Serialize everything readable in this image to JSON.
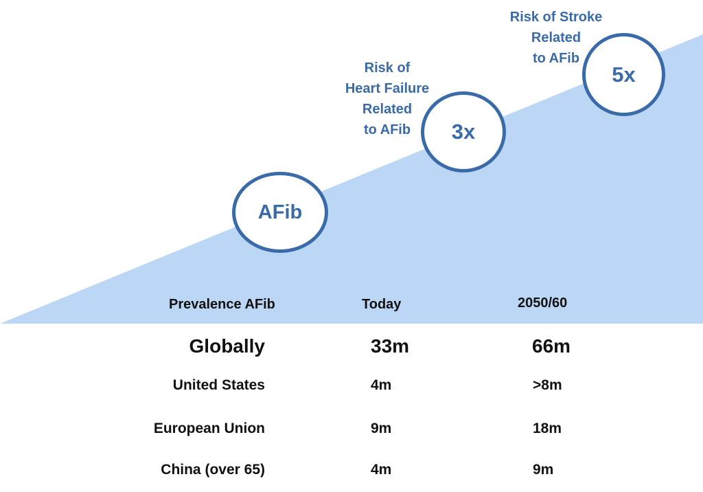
{
  "diagram": {
    "colors": {
      "wedge": "#bcd7f5",
      "circle_border": "#3a6ba8",
      "accent_text": "#3a6ba8",
      "body_text": "#111111"
    },
    "circles": [
      {
        "id": "afib",
        "label": "AFib"
      },
      {
        "id": "heart",
        "label": "3x"
      },
      {
        "id": "stroke",
        "label": "5x"
      }
    ],
    "risk_labels": {
      "heart_failure": [
        "Risk of",
        "Heart Failure",
        "Related",
        "to AFib"
      ],
      "stroke": [
        "Risk of Stroke",
        "Related",
        "to AFib"
      ]
    }
  },
  "table": {
    "headers": {
      "name": "Prevalence AFib",
      "today": "Today",
      "future": "2050/60"
    },
    "rows": [
      {
        "name": "Globally",
        "today": "33m",
        "future": "66m"
      },
      {
        "name": "United States",
        "today": "4m",
        "future": ">8m"
      },
      {
        "name": "European Union",
        "today": "9m",
        "future": "18m"
      },
      {
        "name": "China (over 65)",
        "today": "4m",
        "future": "9m"
      }
    ]
  }
}
